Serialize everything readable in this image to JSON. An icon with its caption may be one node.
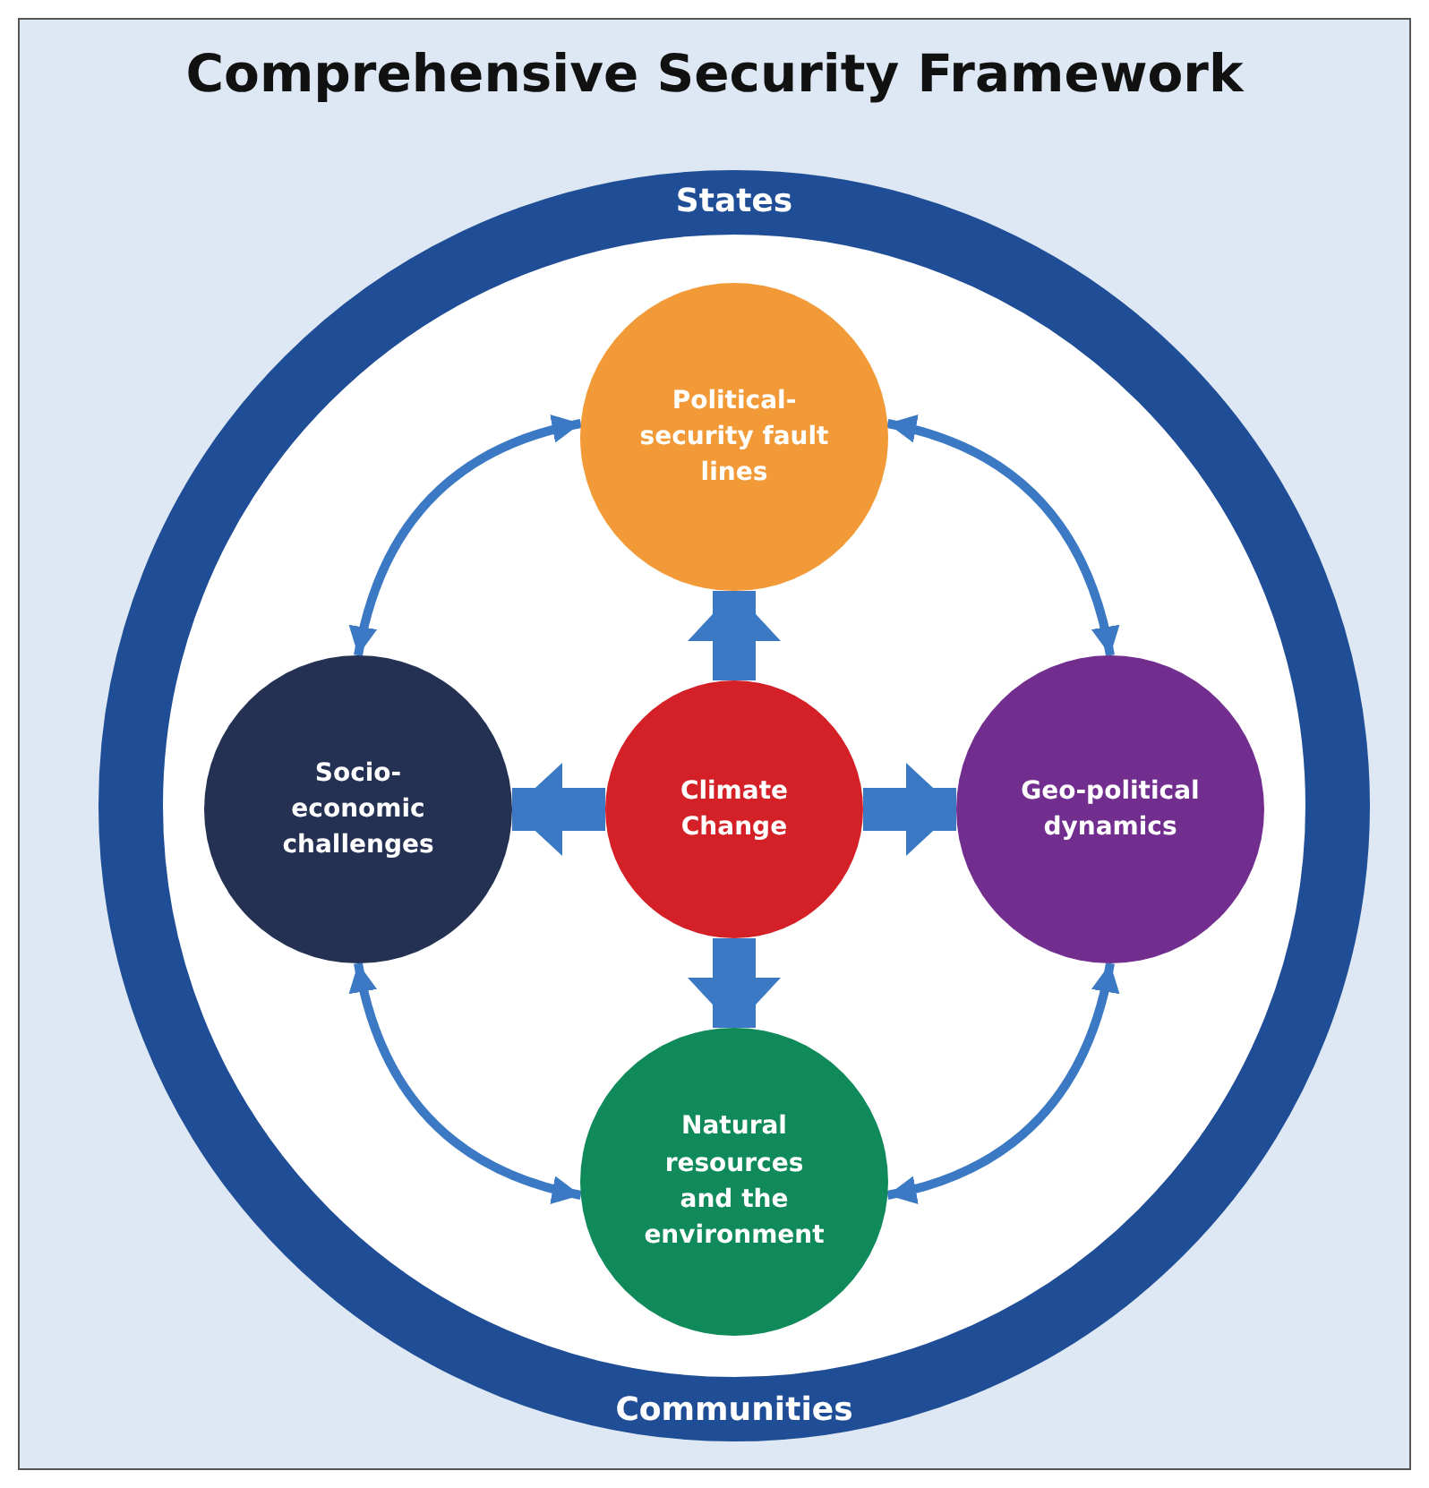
{
  "diagram": {
    "title": "Comprehensive Security Framework",
    "nodes": [
      {
        "text": [
          "States",
          "Communities"
        ]
      },
      {
        "text": [
          "Political-security fault lines"
        ],
        "in": 0
      },
      {
        "text": [
          "Socio-economic challenges"
        ],
        "in": 0
      },
      {
        "text": [
          "Climate Change"
        ],
        "in": 0
      },
      {
        "text": [
          "Geo-political dynamics"
        ],
        "in": 0
      },
      {
        "text": [
          "Natural resources and the environment"
        ],
        "in": 0
      }
    ],
    "edges": [
      {
        "from": 3,
        "to": 1,
        "arrow": "to",
        "style": "thick"
      },
      {
        "from": 3,
        "to": 2,
        "arrow": "to",
        "style": "thick"
      },
      {
        "from": 3,
        "to": 4,
        "arrow": "to",
        "style": "thick"
      },
      {
        "from": 3,
        "to": 5,
        "arrow": "to",
        "style": "thick"
      },
      {
        "from": 1,
        "to": 2,
        "arrow": "both"
      },
      {
        "from": 1,
        "to": 4,
        "arrow": "both"
      },
      {
        "from": 2,
        "to": 5,
        "arrow": "both"
      },
      {
        "from": 4,
        "to": 5,
        "arrow": "both"
      }
    ]
  }
}
